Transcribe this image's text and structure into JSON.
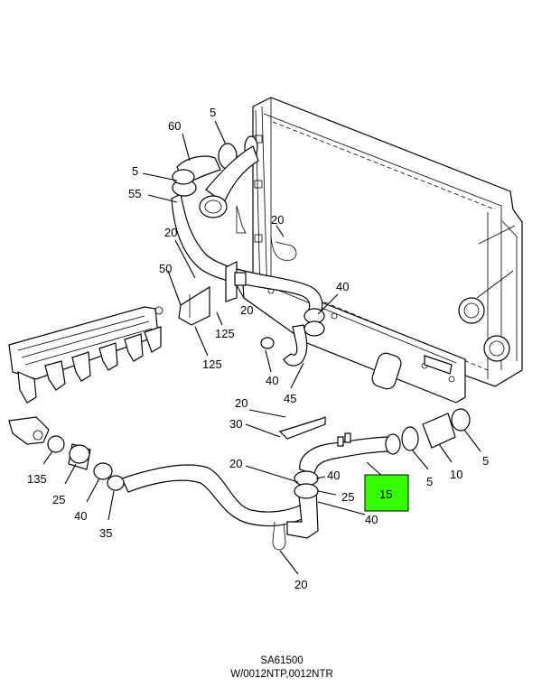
{
  "callouts": {
    "c60": "60",
    "c5_top": "5",
    "c5_left": "5",
    "c55": "55",
    "c20_upper": "20",
    "c20_left": "20",
    "c50": "50",
    "c20_mid": "20",
    "c125_a": "125",
    "c125_b": "125",
    "c40_upper": "40",
    "c40_mid": "40",
    "c45": "45",
    "c20_center": "20",
    "c30": "30",
    "c135": "135",
    "c25_left": "25",
    "c40_left": "40",
    "c35": "35",
    "c20_lower": "20",
    "c40_lower": "40",
    "c25_right": "25",
    "c40_right": "40",
    "c15": "15",
    "c5_right_a": "5",
    "c10": "10",
    "c5_right_b": "5",
    "c20_bottom": "20"
  },
  "highlight_color": "#33ff00",
  "caption": {
    "line1": "SA61500",
    "line2": "W/0012NTP,0012NTR"
  }
}
